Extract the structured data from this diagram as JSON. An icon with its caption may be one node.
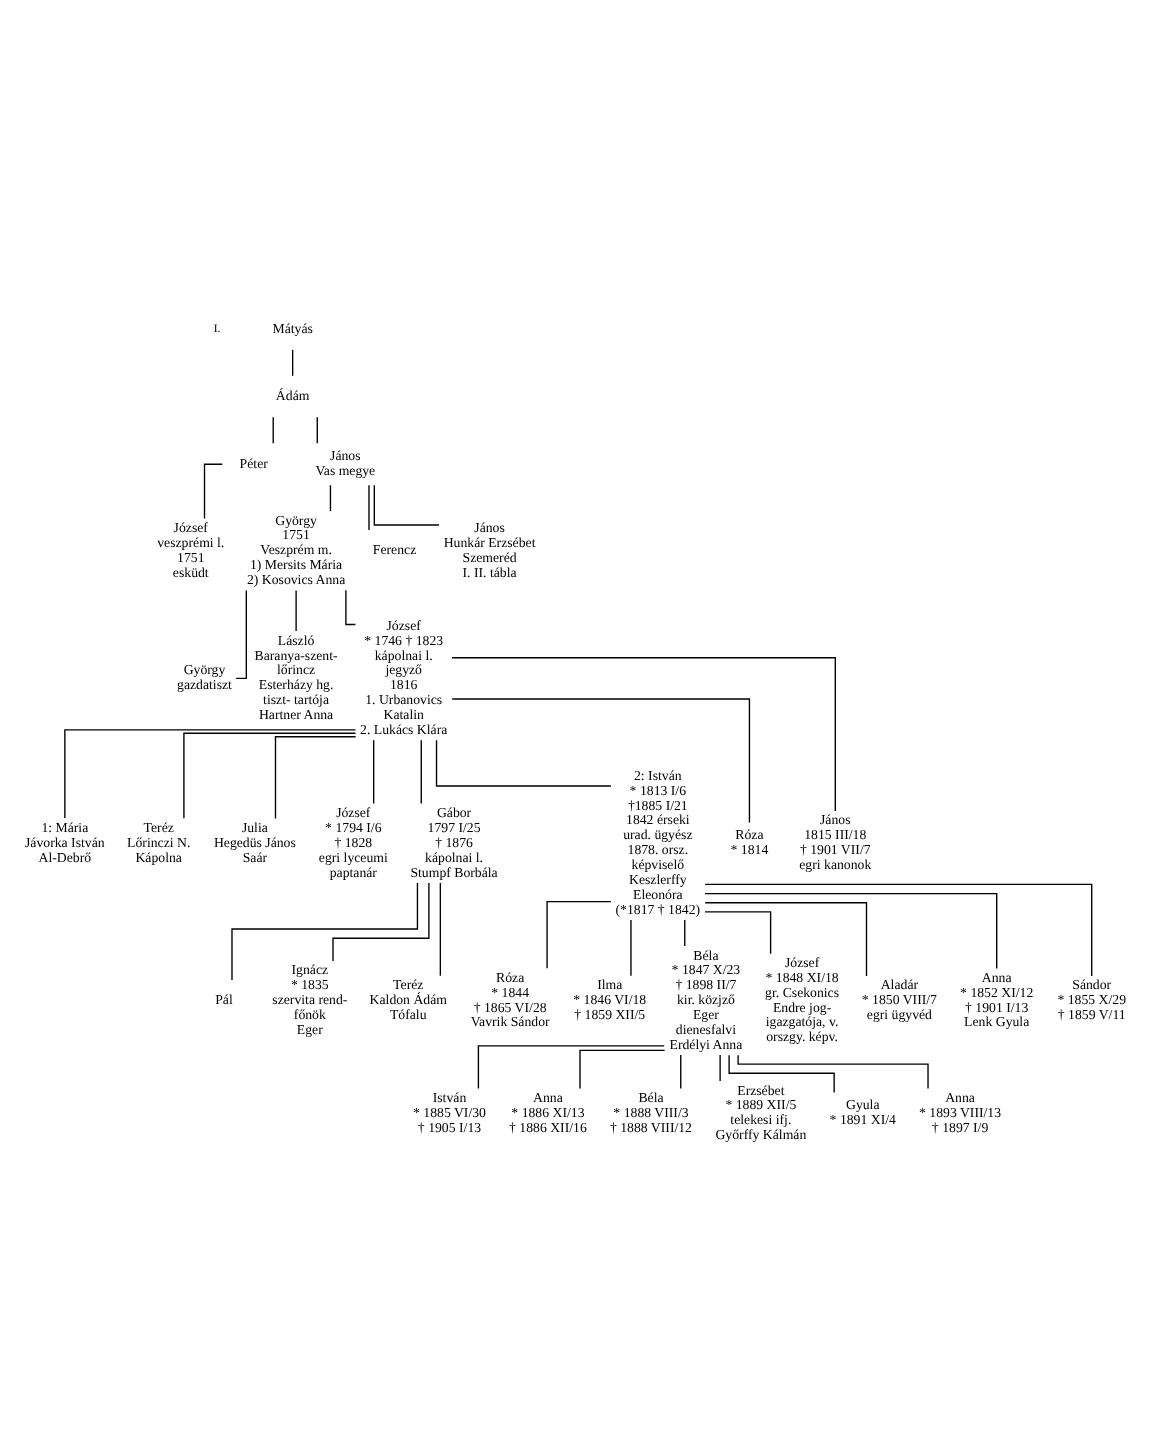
{
  "diagram": {
    "nodes": [
      {
        "text": [
          "Mátyás"
        ]
      },
      {
        "text": [
          "Ádám"
        ]
      },
      {
        "text": [
          "Péter"
        ]
      },
      {
        "text": [
          "János",
          "Vas megye"
        ]
      },
      {
        "text": [
          "József",
          "veszprémi l.",
          "1751",
          "esküdt"
        ]
      },
      {
        "text": [
          "György",
          "1751",
          "Veszprém m.",
          "1) Mersits Mária",
          "2) Kosovics Anna"
        ]
      },
      {
        "text": [
          "Ferencz"
        ]
      },
      {
        "text": [
          "János",
          "Hunkár Erzsébet",
          "Szemeréd",
          "I. II. tábla"
        ]
      },
      {
        "text": [
          "György",
          "gazdatiszt"
        ]
      },
      {
        "text": [
          "László",
          "Baranya-szent- lőrincz",
          "Esterházy hg. tiszt- tartója",
          "Hartner Anna"
        ]
      },
      {
        "text": [
          "József",
          "* 1746 † 1823",
          "kápolnai l. jegyző",
          "1816",
          "1. Urbanovics Katalin",
          "2. Lukács Klára"
        ]
      },
      {
        "text": [
          "1: Mária",
          "Jávorka István",
          "Al-Debrő"
        ]
      },
      {
        "text": [
          "Teréz",
          "Lőrinczi N.",
          "Kápolna"
        ]
      },
      {
        "text": [
          "Julia",
          "Hegedüs János",
          "Saár"
        ]
      },
      {
        "text": [
          "József",
          "* 1794 I/6",
          "† 1828",
          "egri lyceumi paptanár"
        ]
      },
      {
        "text": [
          "Gábor",
          "1797 I/25",
          "† 1876",
          "kápolnai l.",
          "Stumpf Borbála"
        ]
      },
      {
        "text": [
          "2: István",
          "* 1813 I/6",
          "†1885 I/21",
          "1842 érseki urad. ügyész",
          "1878. orsz. képviselő",
          "Keszlerffy Eleonóra",
          "(*1817 † 1842)"
        ]
      },
      {
        "text": [
          "Róza",
          "* 1814"
        ]
      },
      {
        "text": [
          "János",
          "1815 III/18",
          "† 1901 VII/7",
          "egri kanonok"
        ]
      },
      {
        "text": [
          "Pál"
        ]
      },
      {
        "text": [
          "Ignácz",
          "* 1835",
          "szervita rend- főnök",
          "Eger"
        ]
      },
      {
        "text": [
          "Teréz",
          "Kaldon Ádám",
          "Tófalu"
        ]
      },
      {
        "text": [
          "Róza",
          "* 1844",
          "† 1865 VI/28",
          "Vavrik Sándor"
        ]
      },
      {
        "text": [
          "Ilma",
          "* 1846 VI/18",
          "† 1859 XII/5"
        ]
      },
      {
        "text": [
          "Béla",
          "* 1847 X/23",
          "† 1898 II/7",
          "kir. közjző",
          "Eger",
          "dienesfalvi Erdélyi Anna"
        ]
      },
      {
        "text": [
          "József",
          "* 1848 XI/18",
          "gr. Csekonics Endre jog- igazgatója, v. orszgy. képv."
        ]
      },
      {
        "text": [
          "Aladár",
          "* 1850 VIII/7",
          "egri ügyvéd"
        ]
      },
      {
        "text": [
          "Anna",
          "* 1852 XI/12",
          "† 1901 I/13",
          "Lenk Gyula"
        ]
      },
      {
        "text": [
          "Sándor",
          "* 1855 X/29",
          "† 1859 V/11"
        ]
      },
      {
        "text": [
          "István",
          "* 1885 VI/30",
          "† 1905 I/13"
        ]
      },
      {
        "text": [
          "Anna",
          "* 1886 XI/13",
          "† 1886 XII/16"
        ]
      },
      {
        "text": [
          "Béla",
          "* 1888 VIII/3",
          "† 1888 VIII/12"
        ]
      },
      {
        "text": [
          "Erzsébet",
          "* 1889 XII/5",
          "telekesi ifj. Győrffy Kálmán"
        ]
      },
      {
        "text": [
          "Gyula",
          "* 1891 XI/4"
        ]
      },
      {
        "text": [
          "Anna",
          "* 1893 VIII/13",
          "† 1897 I/9"
        ]
      }
    ],
    "edges": [
      {
        "from": 0,
        "to": 1,
        "arrow": "none"
      },
      {
        "from": 1,
        "to": 2,
        "arrow": "none"
      },
      {
        "from": 1,
        "to": 3,
        "arrow": "none"
      },
      {
        "from": 2,
        "to": 4,
        "arrow": "none"
      },
      {
        "from": 3,
        "to": 5,
        "arrow": "none"
      },
      {
        "from": 3,
        "to": 6,
        "arrow": "none"
      },
      {
        "from": 3,
        "to": 7,
        "arrow": "none"
      },
      {
        "from": 5,
        "to": 8,
        "arrow": "none"
      },
      {
        "from": 5,
        "to": 9,
        "arrow": "none"
      },
      {
        "from": 5,
        "to": 10,
        "arrow": "none"
      },
      {
        "from": 10,
        "to": 11,
        "arrow": "none"
      },
      {
        "from": 10,
        "to": 12,
        "arrow": "none"
      },
      {
        "from": 10,
        "to": 13,
        "arrow": "none"
      },
      {
        "from": 10,
        "to": 14,
        "arrow": "none"
      },
      {
        "from": 10,
        "to": 15,
        "arrow": "none"
      },
      {
        "from": 10,
        "to": 16,
        "arrow": "none"
      },
      {
        "from": 10,
        "to": 17,
        "arrow": "none"
      },
      {
        "from": 10,
        "to": 18,
        "arrow": "none"
      },
      {
        "from": 15,
        "to": 19,
        "arrow": "none"
      },
      {
        "from": 15,
        "to": 20,
        "arrow": "none"
      },
      {
        "from": 15,
        "to": 21,
        "arrow": "none"
      },
      {
        "from": 16,
        "to": 22,
        "arrow": "none"
      },
      {
        "from": 16,
        "to": 23,
        "arrow": "none"
      },
      {
        "from": 16,
        "to": 24,
        "arrow": "none"
      },
      {
        "from": 16,
        "to": 25,
        "arrow": "none"
      },
      {
        "from": 16,
        "to": 26,
        "arrow": "none"
      },
      {
        "from": 16,
        "to": 27,
        "arrow": "none"
      },
      {
        "from": 16,
        "to": 28,
        "arrow": "none"
      },
      {
        "from": 24,
        "to": 29,
        "arrow": "none"
      },
      {
        "from": 24,
        "to": 30,
        "arrow": "none"
      },
      {
        "from": 24,
        "to": 31,
        "arrow": "none"
      },
      {
        "from": 24,
        "to": 32,
        "arrow": "none"
      },
      {
        "from": 24,
        "to": 33,
        "arrow": "none"
      },
      {
        "from": 24,
        "to": 34,
        "arrow": "none"
      }
    ],
    "labels": [
      "I."
    ]
  }
}
